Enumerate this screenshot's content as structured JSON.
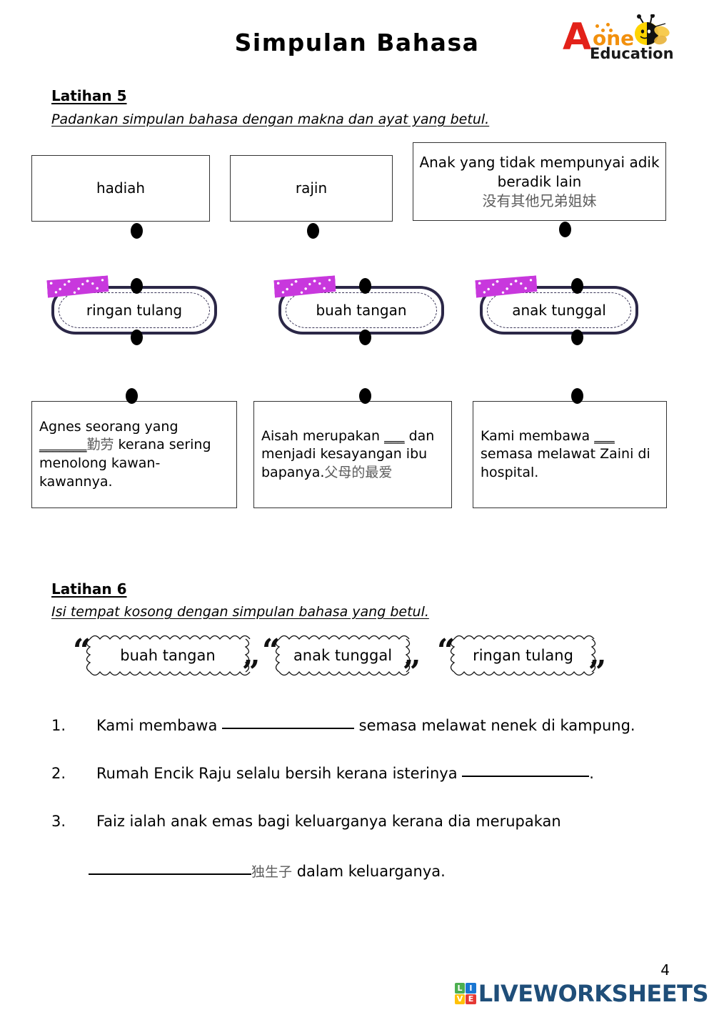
{
  "header": {
    "title": "Simpulan Bahasa",
    "logo": {
      "letter": "A",
      "word": "one",
      "subtitle": "Education",
      "colors": {
        "letter": "#E32119",
        "word": "#F2900D",
        "subtitle": "#1a1a1a",
        "bee_body": "#FFD400"
      }
    }
  },
  "exercise5": {
    "label": "Latihan 5",
    "instruction": "Padankan simpulan bahasa dengan makna dan ayat yang betul.",
    "meanings": [
      {
        "text": "hadiah",
        "chinese": ""
      },
      {
        "text": "rajin",
        "chinese": ""
      },
      {
        "text": "Anak yang tidak mempunyai adik beradik lain",
        "chinese": "没有其他兄弟姐妹"
      }
    ],
    "idioms": [
      {
        "text": "ringan tulang"
      },
      {
        "text": "buah tangan"
      },
      {
        "text": "anak tunggal"
      }
    ],
    "sentences": [
      {
        "before": "Agnes seorang yang ",
        "blank": "_______",
        "chinese": "勤劳",
        "after": " kerana sering menolong kawan-kawannya."
      },
      {
        "before": "Aisah merupakan ",
        "blank": "___",
        "chinese": "父母的最爱",
        "after": " dan menjadi kesayangan ibu bapanya."
      },
      {
        "before": "Kami membawa ",
        "blank": "___",
        "chinese": "",
        "after": " semasa melawat Zaini di hospital."
      }
    ]
  },
  "exercise6": {
    "label": "Latihan 6",
    "instruction": "Isi tempat kosong dengan simpulan bahasa yang betul.",
    "wordbank": [
      "buah tangan",
      "anak tunggal",
      "ringan tulang"
    ],
    "quote_open": "“",
    "quote_close": "”",
    "questions": [
      {
        "number": "1.",
        "part1": "Kami membawa ",
        "part2": " semasa melawat nenek di kampung.",
        "chinese": ""
      },
      {
        "number": "2.",
        "part1": "Rumah Encik Raju selalu bersih kerana isterinya ",
        "part2": ".",
        "chinese": ""
      },
      {
        "number": "3.",
        "part1": "Faiz ialah anak emas bagi keluarganya kerana dia merupakan",
        "part2": " dalam keluarganya.",
        "chinese": "独生子"
      }
    ]
  },
  "footer": {
    "page_number": "4",
    "brand": "LIVEWORKSHEETS",
    "tiles": [
      {
        "letter": "L",
        "color": "#4CAF50"
      },
      {
        "letter": "I",
        "color": "#1976D2"
      },
      {
        "letter": "V",
        "color": "#FFC107"
      },
      {
        "letter": "E",
        "color": "#E53935"
      }
    ],
    "brand_color": "#1F4E79"
  }
}
